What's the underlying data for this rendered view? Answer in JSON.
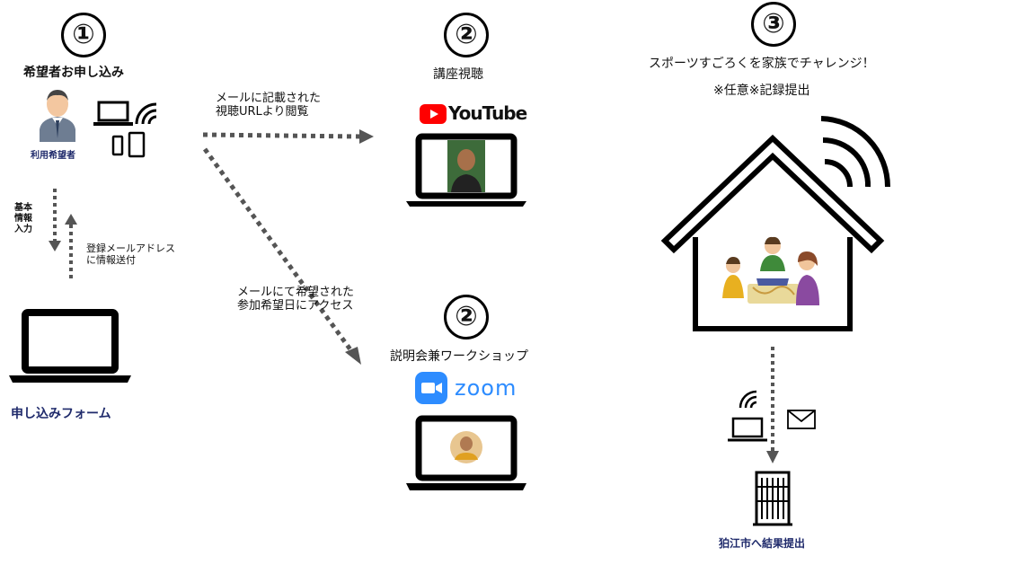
{
  "step1": {
    "number": "①",
    "title": "希望者お申し込み",
    "user_caption": "利用希望者",
    "arrow_down_label": "基本\n情報\n入力",
    "arrow_up_label": "登録メールアドレス\nに情報送付",
    "form_caption": "申し込みフォーム"
  },
  "arrows": {
    "to_youtube": "メールに記載された\n視聴URLより閲覧",
    "to_zoom": "メールにて希望された\n参加希望日にアクセス"
  },
  "step2a": {
    "number": "②",
    "title": "講座視聴",
    "brand": "YouTube"
  },
  "step2b": {
    "number": "②",
    "title": "説明会兼ワークショップ",
    "brand": "zoom"
  },
  "step3": {
    "number": "③",
    "title": "スポーツすごろくを家族でチャレンジ！",
    "subtitle": "※任意※記録提出",
    "submit_caption": "狛江市へ結果提出"
  },
  "colors": {
    "youtube_red": "#ff0000",
    "zoom_blue": "#2d8cff",
    "navy": "#1f2a6b",
    "arrow_gray": "#555555"
  }
}
